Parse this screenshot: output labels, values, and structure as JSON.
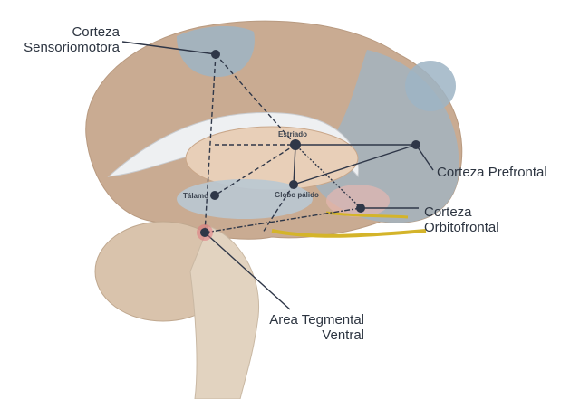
{
  "labels": {
    "sensoriomotor": [
      "Corteza",
      "Sensoriomotora"
    ],
    "prefrontal": "Corteza Prefrontal",
    "orbitofrontal": [
      "Corteza",
      "Orbitofrontal"
    ],
    "vta": [
      "Area Tegmental",
      "Ventral"
    ],
    "striatum": "Estriado",
    "thalamus": "Tálamo",
    "globus_pallidus": "Globo pálido"
  },
  "colors": {
    "brain": "#c9ab92",
    "highlight_blue": "#9db4c4",
    "node": "#2f3748",
    "nerve": "#d4b42a",
    "vta_ring": "#e0707a"
  }
}
